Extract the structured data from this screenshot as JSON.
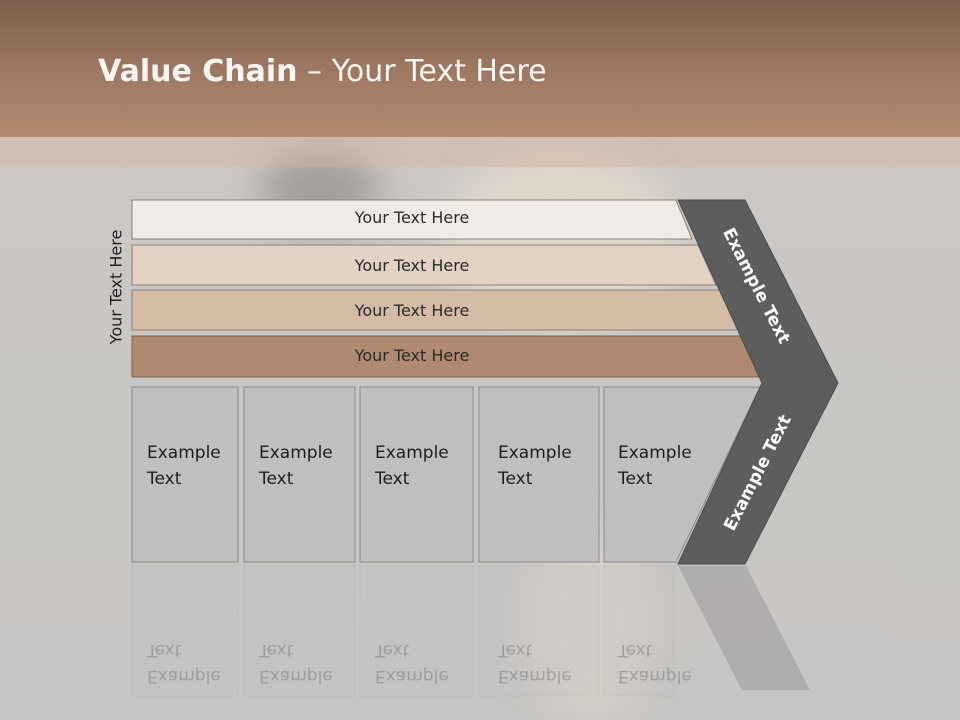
{
  "title": {
    "bold": "Value Chain",
    "rest": " – Your Text Here"
  },
  "side_label": "Your Text Here",
  "bars": [
    {
      "label": "Your Text Here",
      "color": "#f1ece8"
    },
    {
      "label": "Your Text Here",
      "color": "#e2d2c4"
    },
    {
      "label": "Your Text Here",
      "color": "#d4bba6"
    },
    {
      "label": "Your Text Here",
      "color": "#b08a70"
    }
  ],
  "boxes": [
    {
      "line1": "Example",
      "line2": "Text"
    },
    {
      "line1": "Example",
      "line2": "Text"
    },
    {
      "line1": "Example",
      "line2": "Text"
    },
    {
      "line1": "Example",
      "line2": "Text"
    },
    {
      "line1": "Example",
      "line2": "Text"
    }
  ],
  "chevron": {
    "upper": "Example Text",
    "lower": "Example Text",
    "color": "#5d5d5d"
  },
  "colors": {
    "box": "#bfbfbf",
    "header": "#9a7560"
  }
}
